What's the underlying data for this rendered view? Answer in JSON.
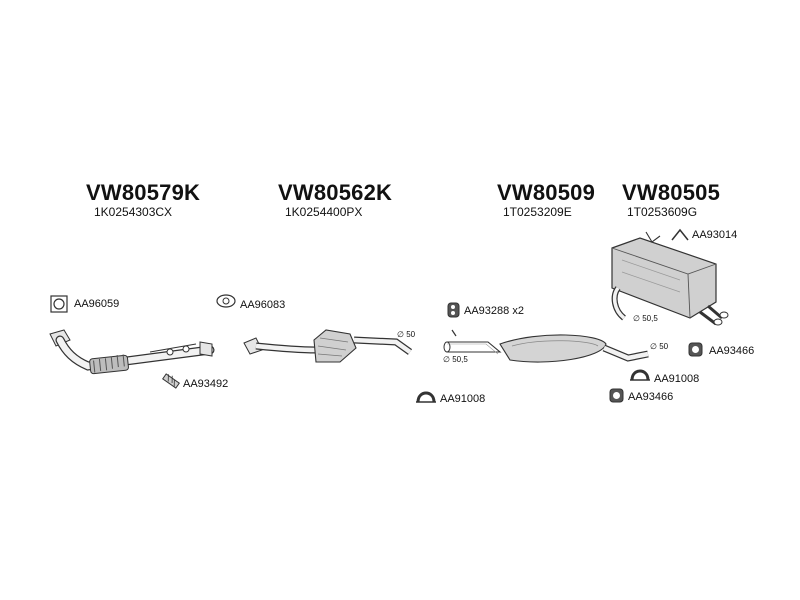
{
  "parts": [
    {
      "number": "VW80579K",
      "oem": "1K0254303CX"
    },
    {
      "number": "VW80562K",
      "oem": "1K0254400PX"
    },
    {
      "number": "VW80509",
      "oem": "1T0253209E"
    },
    {
      "number": "VW80505",
      "oem": "1T0253609G"
    }
  ],
  "accessories": {
    "a1": "AA96059",
    "a2": "AA93492",
    "a3": "AA96083",
    "a4": "AA93288 x2",
    "a5": "AA91008",
    "a6": "AA93014",
    "a7": "AA93466",
    "a8": "AA91008",
    "a9": "AA93466"
  },
  "dimensions": {
    "d1": "∅ 50",
    "d2": "∅ 50,5",
    "d3": "∅ 50",
    "d4": "∅ 50,5"
  },
  "colors": {
    "line": "#333333",
    "fill": "#d9d9d9",
    "dark": "#555555"
  }
}
